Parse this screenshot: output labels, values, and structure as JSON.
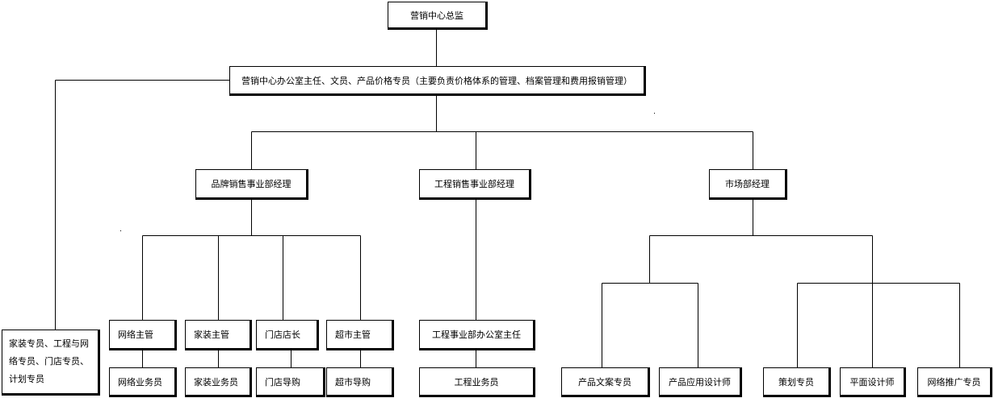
{
  "org_chart": {
    "director": "营销中心总监",
    "office": "营销中心办公室主任、文员、产品价格专员（主要负责价格体系的管理、档案管理和费用报销管理）",
    "side_staff": "家装专员、工程与网络专员、门店专员、计划专员",
    "brand_manager": "品牌销售事业部经理",
    "project_manager": "工程销售事业部经理",
    "market_manager": "市场部经理",
    "network_supervisor": "网络主管",
    "home_supervisor": "家装主管",
    "store_manager": "门店店长",
    "supermarket_supervisor": "超市主管",
    "network_staff": "网络业务员",
    "home_staff": "家装业务员",
    "store_guide": "门店导购",
    "supermarket_guide": "超市导购",
    "project_office": "工程事业部办公室主任",
    "project_staff": "工程业务员",
    "copy_specialist": "产品文案专员",
    "design_application": "产品应用设计师",
    "planning_specialist": "策划专员",
    "graphic_designer": "平面设计师",
    "network_promotion": "网络推广专员"
  }
}
